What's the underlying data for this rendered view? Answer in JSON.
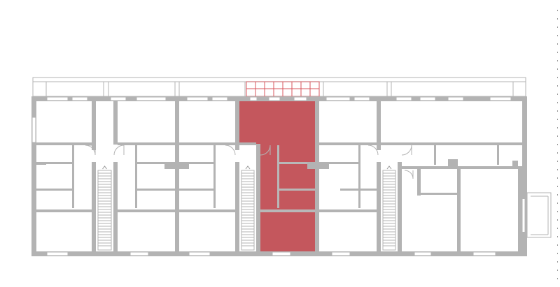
{
  "diagram": {
    "type": "floor-plan",
    "highlight_color": "#c4575d",
    "wall_color": "#b3b3b3",
    "background": "#ffffff",
    "units": [
      {
        "id": "unit-1",
        "highlighted": false
      },
      {
        "id": "unit-2",
        "highlighted": false
      },
      {
        "id": "unit-3",
        "highlighted": false
      },
      {
        "id": "unit-4",
        "highlighted": true
      },
      {
        "id": "unit-5",
        "highlighted": false
      },
      {
        "id": "unit-6",
        "highlighted": false
      },
      {
        "id": "unit-7",
        "highlighted": false
      }
    ],
    "stairwells": 3
  }
}
